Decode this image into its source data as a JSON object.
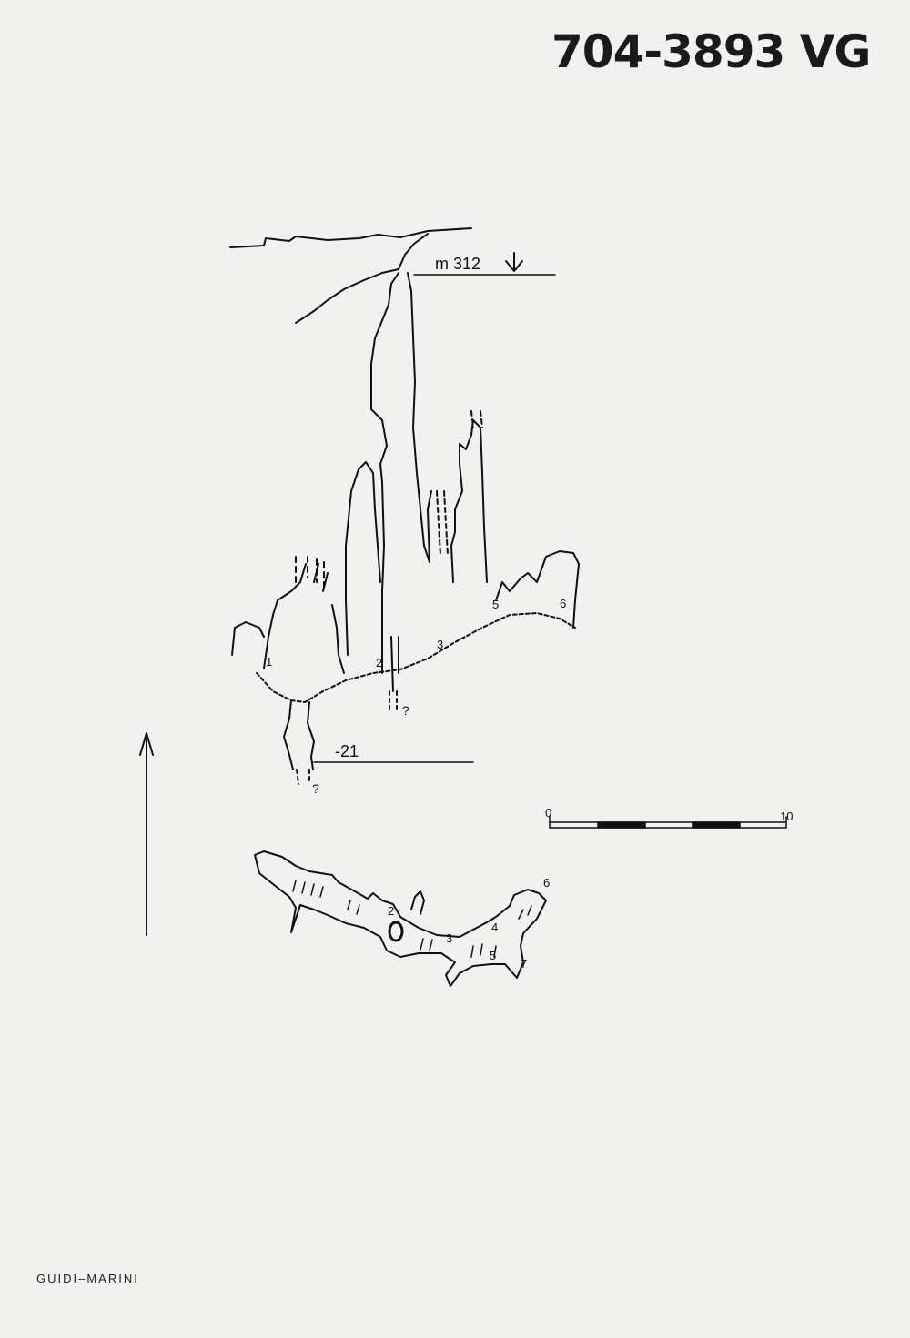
{
  "header": {
    "code": "704-3893 VG"
  },
  "section": {
    "entrance_elevation": "m 312",
    "depth": "-21",
    "unknown_mark": "?",
    "stations": [
      "1",
      "2",
      "3",
      "5",
      "6"
    ]
  },
  "scale": {
    "start": "0",
    "end": "10"
  },
  "plan": {
    "stations": [
      "2",
      "3",
      "4",
      "5",
      "6",
      "7"
    ]
  },
  "footer": {
    "authors": "GUIDI–MARINI"
  }
}
